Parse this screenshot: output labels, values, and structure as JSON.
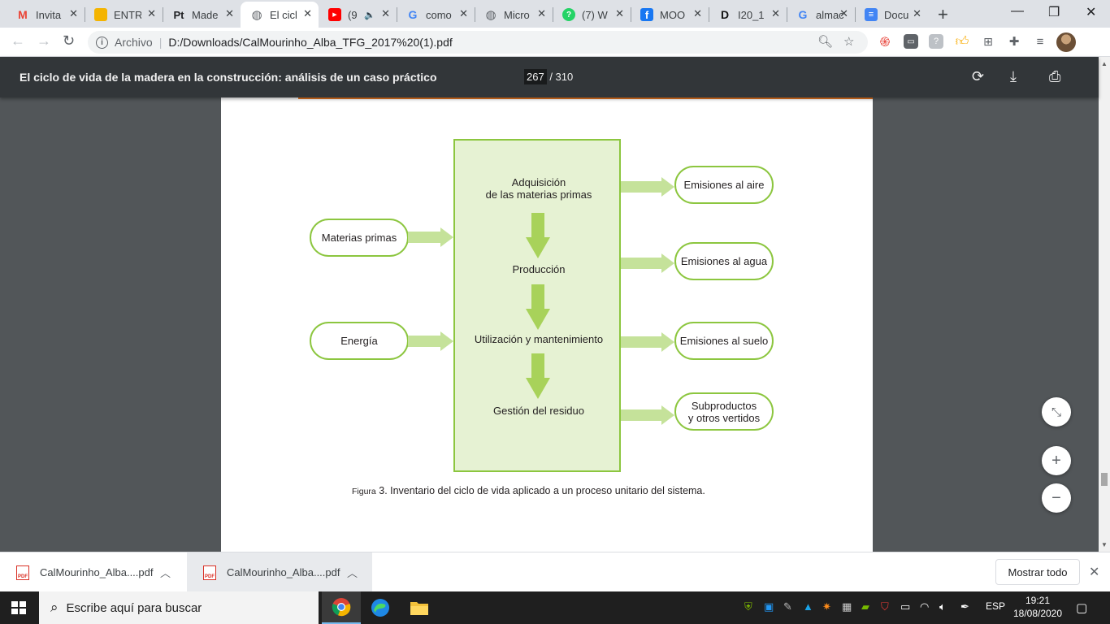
{
  "browser": {
    "tabs": [
      {
        "title": "Invita",
        "icon": "gmail-icon",
        "color": "#ea4335",
        "glyph": "M"
      },
      {
        "title": "ENTR",
        "icon": "slides-icon",
        "color": "#f4b400",
        "glyph": ""
      },
      {
        "title": "Made",
        "icon": "pt-site-icon",
        "color": "#202124",
        "glyph": "Pt"
      },
      {
        "title": "El cicl",
        "icon": "globe-icon",
        "color": "#5f6368",
        "glyph": "◍",
        "active": true
      },
      {
        "title": "(9",
        "icon": "youtube-icon",
        "color": "#ff0000",
        "glyph": "▶"
      },
      {
        "title": "como",
        "icon": "google-icon",
        "color": "#4285f4",
        "glyph": "G"
      },
      {
        "title": "Micro",
        "icon": "globe-icon",
        "color": "#5f6368",
        "glyph": "◍"
      },
      {
        "title": "(7) W",
        "icon": "whatsapp-icon",
        "color": "#25d366",
        "glyph": "?"
      },
      {
        "title": "MOO",
        "icon": "facebook-icon",
        "color": "#1877f2",
        "glyph": "f"
      },
      {
        "title": "I20_1",
        "icon": "d-site-icon",
        "color": "#111111",
        "glyph": "D"
      },
      {
        "title": "almac",
        "icon": "google-icon",
        "color": "#4285f4",
        "glyph": "G"
      },
      {
        "title": "Docu",
        "icon": "docs-icon",
        "color": "#4285f4",
        "glyph": "≡"
      }
    ],
    "address": {
      "scheme": "Archivo",
      "url": "D:/Downloads/CalMourinho_Alba_TFG_2017%20(1).pdf"
    }
  },
  "pdf": {
    "title": "El ciclo de vida de la madera en la construcción: análisis de un caso práctico",
    "page_current": "267",
    "page_total": "/ 310"
  },
  "diagram": {
    "stages": [
      "Adquisición\nde las materias primas",
      "Producción",
      "Utilización y mantenimiento",
      "Gestión del residuo"
    ],
    "inputs": [
      "Materias primas",
      "Energía"
    ],
    "outputs": [
      "Emisiones al aire",
      "Emisiones al agua",
      "Emisiones al suelo",
      "Subproductos\ny otros vertidos"
    ],
    "caption_prefix": "Figura",
    "caption_text": " 3. Inventario del ciclo de vida aplicado a un proceso unitario del sistema.",
    "colors": {
      "fill": "#e6f2d3",
      "stroke": "#8cc63f",
      "arrow": "#a8d25a"
    }
  },
  "downloads": {
    "items": [
      "CalMourinho_Alba....pdf",
      "CalMourinho_Alba....pdf"
    ],
    "show_all": "Mostrar todo"
  },
  "taskbar": {
    "search_placeholder": "Escribe aquí para buscar",
    "language": "ESP",
    "time": "19:21",
    "date": "18/08/2020"
  }
}
